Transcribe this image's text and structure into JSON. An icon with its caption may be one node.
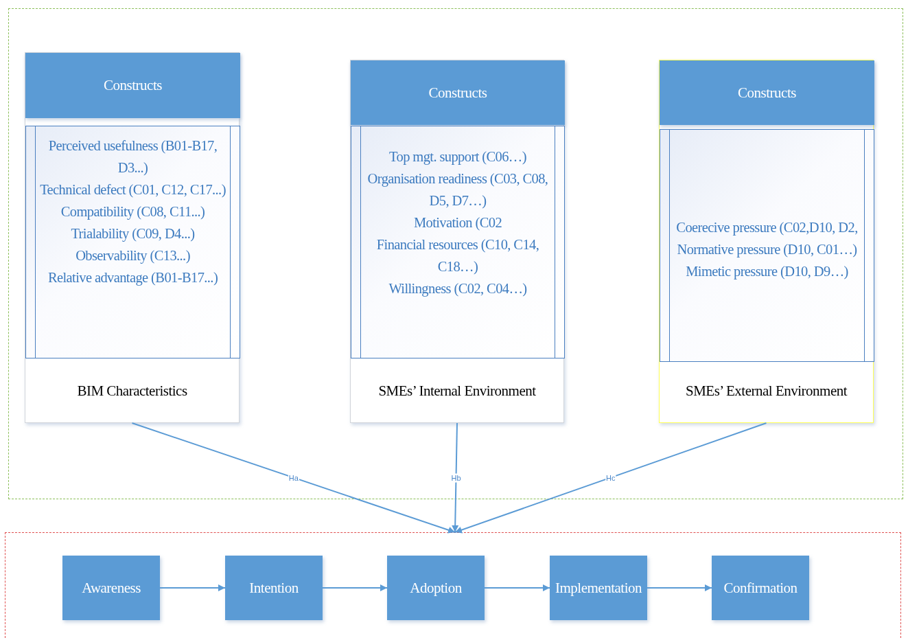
{
  "diagram": {
    "nodes": [
      {
        "text": [],
        "shape": "box"
      },
      {
        "text": [
          "BIM Characteristics"
        ],
        "in": 0
      },
      {
        "text": [
          "Constructs"
        ],
        "in": 1
      },
      {
        "text": [
          "Perceived usefulness (B01-B17, D3...)",
          "Technical defect (C01, C12, C17...)",
          "Compatibility (C08, C11...)",
          "Trialability (C09, D4...)",
          "Observability (C13...)",
          "Relative advantage (B01-B17...)"
        ],
        "in": 1
      },
      {
        "text": [
          "SMEs’ Internal Environment"
        ],
        "in": 0
      },
      {
        "text": [
          "Constructs"
        ],
        "in": 4
      },
      {
        "text": [
          "Top mgt. support (C06…)",
          "Organisation readiness (C03, C08, D5, D7…)",
          "Motivation (C02",
          "Financial resources (C10, C14, C18…)",
          "Willingness (C02, C04…)"
        ],
        "in": 4
      },
      {
        "text": [
          "SMEs’ External Environment"
        ],
        "in": 0
      },
      {
        "text": [
          "Constructs"
        ],
        "in": 7
      },
      {
        "text": [
          "Coerecive pressure (C02,D10, D2,",
          "Normative pressure (D10, C01…)",
          "Mimetic pressure (D10, D9…)"
        ],
        "in": 7
      },
      {
        "text": [],
        "shape": "box"
      },
      {
        "text": [
          "Awareness"
        ],
        "in": 10
      },
      {
        "text": [
          "Intention"
        ],
        "in": 10
      },
      {
        "text": [
          "Adoption"
        ],
        "in": 10
      },
      {
        "text": [
          "Implementation"
        ],
        "in": 10
      },
      {
        "text": [
          "Confirmation"
        ],
        "in": 10
      }
    ],
    "edges": [
      {
        "from": 1,
        "to": 10,
        "arrow": "to",
        "label": "Ha"
      },
      {
        "from": 4,
        "to": 10,
        "arrow": "to",
        "label": "Hb"
      },
      {
        "from": 7,
        "to": 10,
        "arrow": "to",
        "label": "Hc"
      },
      {
        "from": 11,
        "to": 12,
        "arrow": "to"
      },
      {
        "from": 12,
        "to": 13,
        "arrow": "to"
      },
      {
        "from": 13,
        "to": 14,
        "arrow": "to"
      },
      {
        "from": 14,
        "to": 15,
        "arrow": "to"
      }
    ]
  }
}
